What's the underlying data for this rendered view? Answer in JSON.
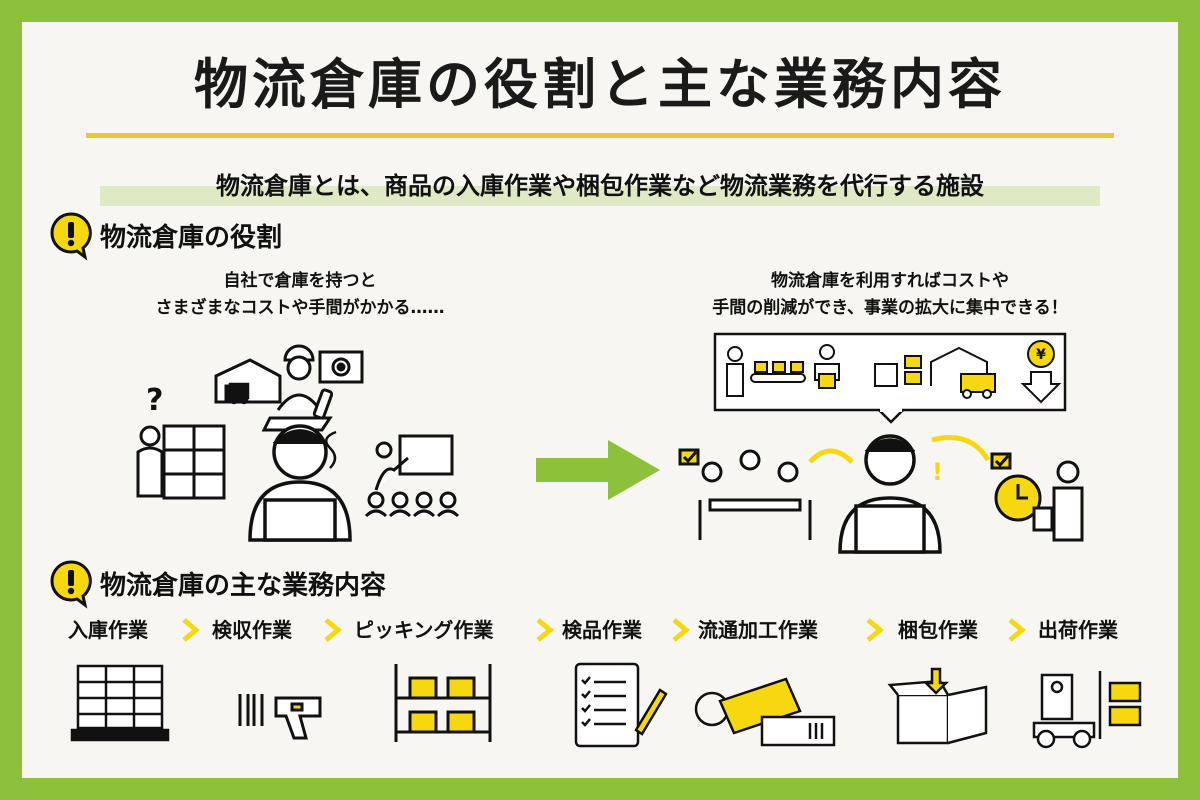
{
  "title": "物流倉庫の役割と主な業務内容",
  "subtitle": "物流倉庫とは、商品の入庫作業や梱包作業など物流業務を代行する施設",
  "sections": {
    "roles": {
      "heading": "物流倉庫の役割"
    },
    "tasks": {
      "heading": "物流倉庫の主な業務内容"
    }
  },
  "notes": {
    "left": {
      "line1": "自社で倉庫を持つと",
      "line2": "さまざまなコストや手間がかかる……"
    },
    "right": {
      "line1": "物流倉庫を利用すればコストや",
      "line2": "手間の削減ができ、事業の拡大に集中できる！"
    }
  },
  "tasks": [
    "入庫作業",
    "検収作業",
    "ピッキング作業",
    "検品作業",
    "流通加工作業",
    "梱包作業",
    "出荷作業"
  ],
  "symbols": {
    "question": "?",
    "exclamation": "!",
    "yen": "¥",
    "alert": "!"
  },
  "colors": {
    "frame": "#8dc13c",
    "accent_yellow": "#f5d80f",
    "green": "#8dc13c",
    "background": "#f7f6f3"
  }
}
